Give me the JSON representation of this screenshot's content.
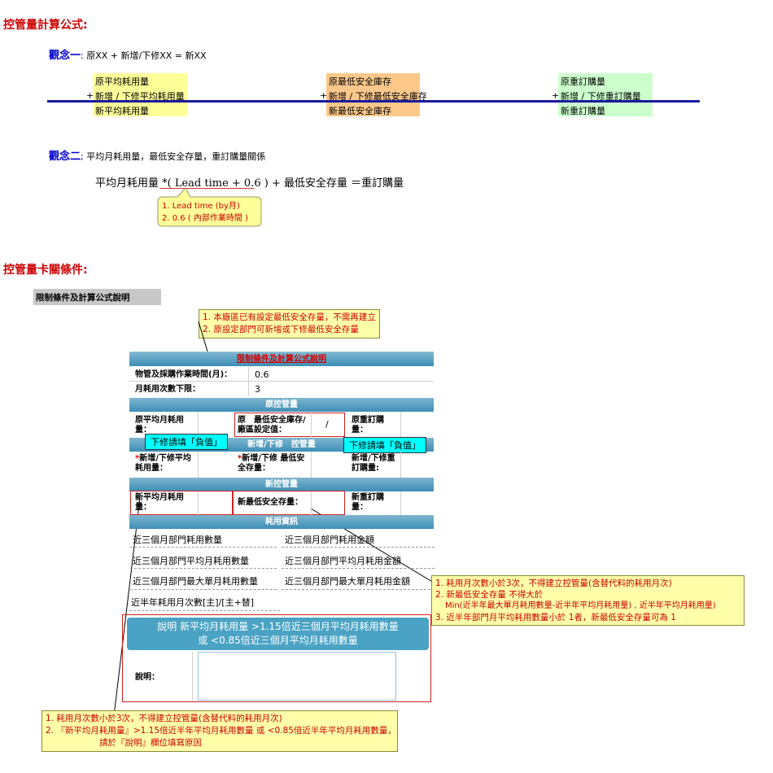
{
  "formula": {
    "title": "控管量計算公式:",
    "concept1": {
      "label": "觀念一",
      "text": ": 原XX + 新增/下修XX = 新XX"
    },
    "columns": [
      {
        "top": "原平均耗用量",
        "plus": "+",
        "mid": "新增 / 下修平均耗用量",
        "bottom": "新平均耗用量"
      },
      {
        "top": "原最低安全庫存",
        "plus": "+",
        "mid": "新增 / 下修最低安全庫存",
        "bottom": "新最低安全庫存"
      },
      {
        "top": "原重訂購量",
        "plus": "+",
        "mid": "新增 / 下修重訂購量",
        "bottom": "新重訂購量"
      }
    ],
    "concept2": {
      "label": "觀念二",
      "text": "; 平均月耗用量，最低安全存量，重訂購量關係"
    },
    "equation": "平均月耗用量 *( Lead time + 0.6 ) + 最低安全存量 ＝重訂購量",
    "note_lines": [
      "1. Lead time (by月)",
      "2. 0.6 ( 內部作業時間 )"
    ]
  },
  "conditions": {
    "title": "控管量卡關條件:",
    "tab": "限制條件及計算公式說明",
    "note_top": [
      "1. 本廠區已有設定最低安全存量，不需再建立",
      "2. 原設定部門可新增或下修最低安全存量"
    ],
    "form": {
      "header": "限制條件及計算公式說明",
      "row1_label": "物管及採購作業時間(月)：",
      "row1_value": "0.6",
      "row2_label": "月耗用次數下限：",
      "row2_value": "3",
      "band_orig": "原控管量",
      "orig_avg": "原平均月耗用量：",
      "orig_min": "原　最低安全庫存/廠區設定值：",
      "orig_min_val": "/",
      "orig_reorder": "原重訂購量：",
      "band_new": "新增/下修　控管量",
      "bubble_left": "下修請填「負值」",
      "bubble_right": "下修請填「負值」",
      "new_avg": "新增/下修平均耗用量：",
      "new_min": "新增/下修 最低安全存量：",
      "new_reorder": "新增/下修重訂購量:",
      "star": "*",
      "band_ctrl": "新控管量",
      "ctrl_avg": "新平均月耗用量：",
      "ctrl_min": "新最低安全存量：",
      "ctrl_reorder": "新重訂購量：",
      "band_usage": "耗用資訊",
      "usage": [
        [
          "近三個月部門耗用數量",
          "近三個月部門耗用金額"
        ],
        [
          "近三個月部門平均月耗用數量",
          "近三個月部門平均月耗用金額"
        ],
        [
          "近三個月部門最大單月耗用數量",
          "近三個月部門最大單月耗用金額"
        ]
      ],
      "half_year": "近半年耗用月次數[主]/[主+替]",
      "explain_box": [
        "說明 新平均月耗用量 >1.15倍近三個月平均月耗用數量",
        "或  <0.85倍近三個月平均月耗用數量"
      ],
      "remark_label": "說明："
    },
    "note_right": [
      "1. 耗用月次數小於3次，不得建立控管量(含替代料的耗用月次)",
      "2. 新最低安全存量 不得大於",
      "Min(近半年最大單月耗用數量-近半年平均月耗用量) , 近半年平均月耗用量)",
      "3. 近半年部門月平均耗用數量小於 1者，新最低安全存量可為 1"
    ],
    "note_bottom": [
      "1. 耗用月次數小於3次，不得建立控管量(含替代料的耗用月次)",
      "2. 『新平均月耗用量』>1.15倍近半年平均月耗用數量 或 <0.85倍近半年平均月耗用數量，",
      "請於『說明』欄位填寫原因"
    ]
  }
}
